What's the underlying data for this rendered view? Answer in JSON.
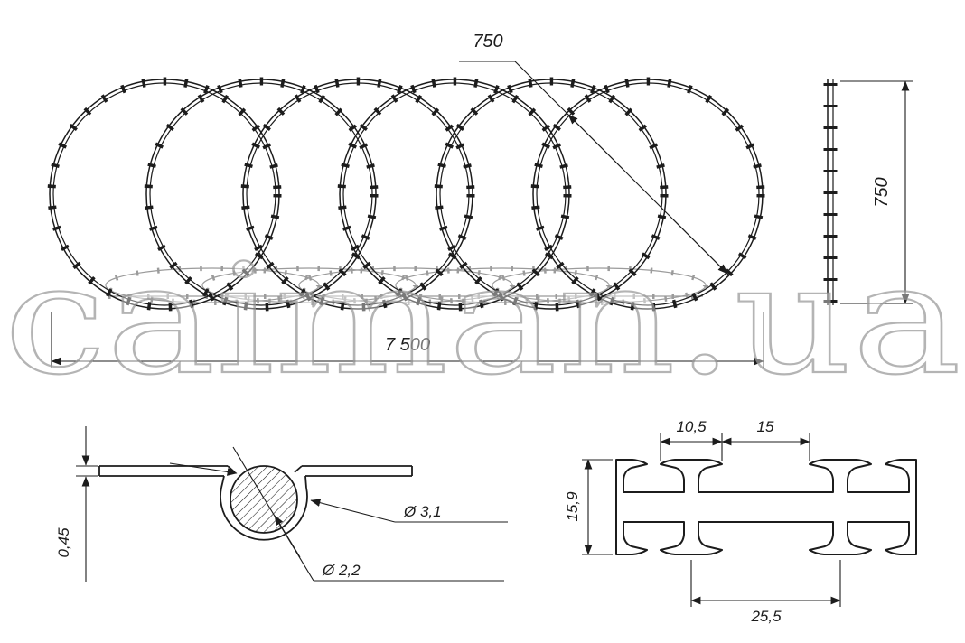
{
  "watermark": "caiman.ua",
  "front_view": {
    "coil_diameter_label": "750",
    "total_length_label": "7 500"
  },
  "side_view": {
    "coil_height_label": "750"
  },
  "tape_section": {
    "tape_thickness_label": "0,45",
    "clamp_diameter_label": "Ø 3,1",
    "core_wire_diameter_label": "Ø 2,2"
  },
  "barb_profile": {
    "barb_cluster_width_label": "10,5",
    "barb_gap_label": "15",
    "tape_height_label": "15,9",
    "barb_pitch_label": "25,5"
  },
  "colors": {
    "line": "#1c1c1c",
    "secondary": "#9b9b9b"
  }
}
